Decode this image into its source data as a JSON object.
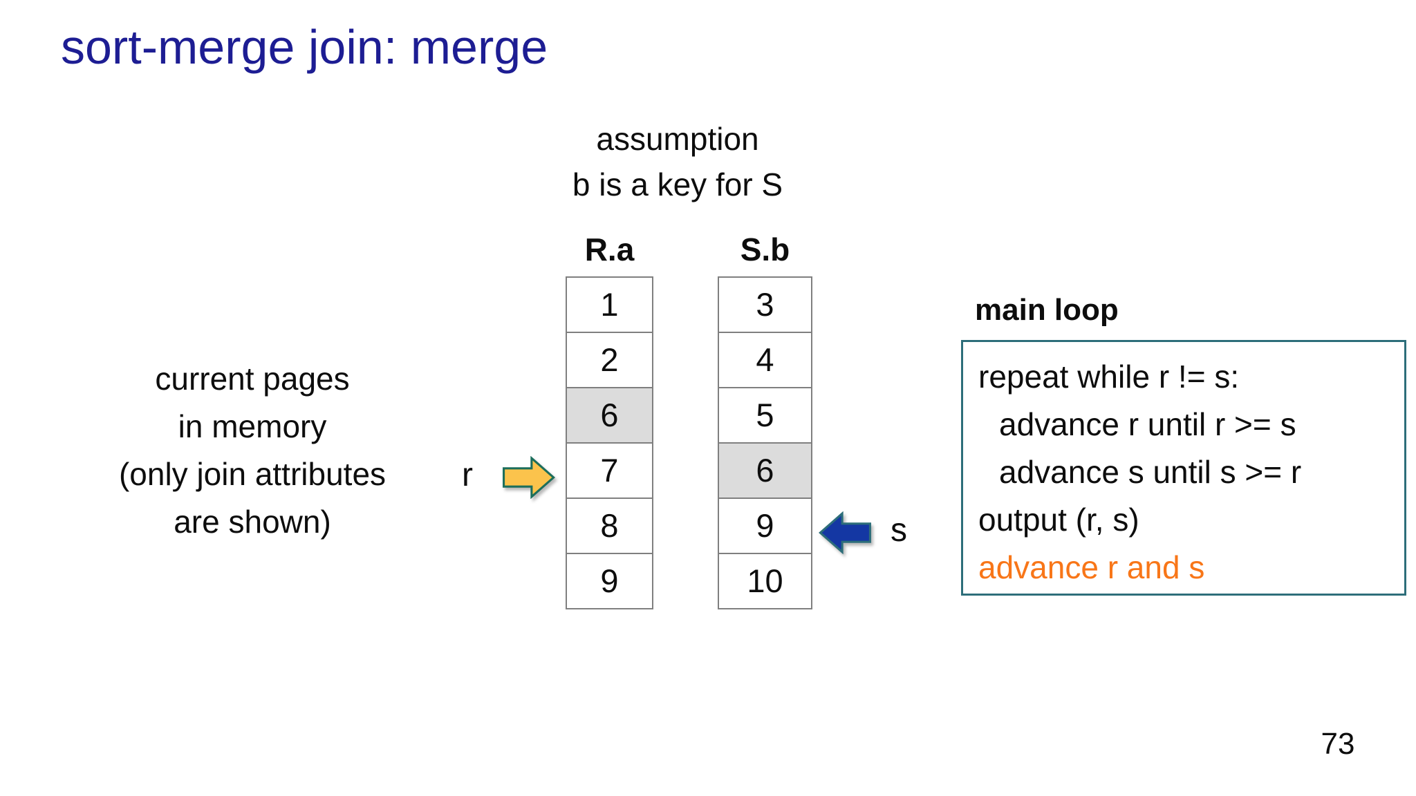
{
  "slide": {
    "title": "sort-merge join: merge",
    "page_number": "73"
  },
  "assumption": {
    "lines": [
      "assumption",
      "b is a key for S"
    ]
  },
  "left_caption": {
    "lines": [
      "current pages",
      "in memory",
      "(only join attributes",
      "are shown)"
    ]
  },
  "tables": {
    "r": {
      "header": "R.a",
      "pointer_label": "r",
      "pointed_value": "7",
      "cells": [
        {
          "value": "1",
          "highlight": false
        },
        {
          "value": "2",
          "highlight": false
        },
        {
          "value": "6",
          "highlight": true
        },
        {
          "value": "7",
          "highlight": false
        },
        {
          "value": "8",
          "highlight": false
        },
        {
          "value": "9",
          "highlight": false
        }
      ]
    },
    "s": {
      "header": "S.b",
      "pointer_label": "s",
      "pointed_value": "9",
      "cells": [
        {
          "value": "3",
          "highlight": false
        },
        {
          "value": "4",
          "highlight": false
        },
        {
          "value": "5",
          "highlight": false
        },
        {
          "value": "6",
          "highlight": true
        },
        {
          "value": "9",
          "highlight": false
        },
        {
          "value": "10",
          "highlight": false
        }
      ]
    }
  },
  "main_loop": {
    "label": "main loop",
    "code_lines": [
      {
        "text": "repeat while r != s:",
        "indent": false,
        "emphasis": false
      },
      {
        "text": "advance r until r >= s",
        "indent": true,
        "emphasis": false
      },
      {
        "text": "advance s until s >= r",
        "indent": true,
        "emphasis": false
      },
      {
        "text": "output (r, s)",
        "indent": false,
        "emphasis": false
      },
      {
        "text": "advance r and s",
        "indent": false,
        "emphasis": true
      }
    ]
  },
  "icons": {
    "r_pointer": "right-arrow-icon",
    "s_pointer": "left-arrow-icon"
  },
  "colors": {
    "title_blue": "#1d1d93",
    "highlight_gray": "#dcdcdc",
    "cell_border": "#7f7f7f",
    "box_border_teal": "#2d6e7a",
    "emphasis_orange": "#f87618",
    "arrow_yellow_fill": "#fbc34c",
    "arrow_yellow_stroke": "#1c6e5b",
    "arrow_blue_fill": "#1437a3",
    "arrow_blue_stroke": "#2d6e7a"
  }
}
